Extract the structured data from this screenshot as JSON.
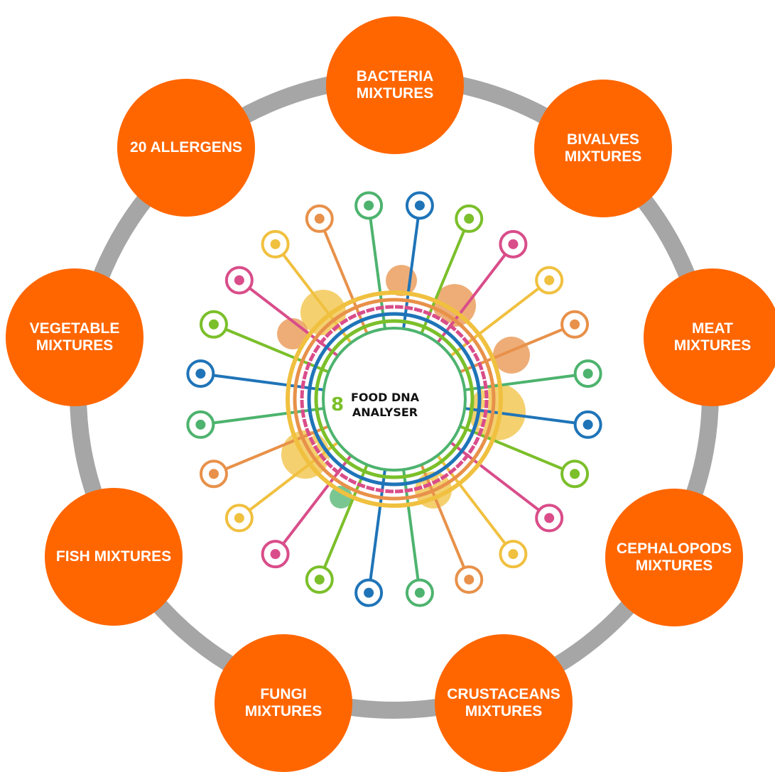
{
  "center": {
    "title": "FOOD DNA\nANALYSER",
    "icon": "dna-icon"
  },
  "colors": {
    "node": "#ff6600",
    "ring": "#a6a6a6",
    "node_text": "#ffffff",
    "palette": [
      "#1f74b8",
      "#7bbf2a",
      "#d94d8a",
      "#f0c03f",
      "#e8914a",
      "#4db36e"
    ]
  },
  "nodes": [
    {
      "id": "bacteria",
      "label": "BACTERIA\nMIXTURES"
    },
    {
      "id": "bivalves",
      "label": "BIVALVES\nMIXTURES"
    },
    {
      "id": "meat",
      "label": "MEAT\nMIXTURES"
    },
    {
      "id": "cephalopods",
      "label": "CEPHALOPODS\nMIXTURES"
    },
    {
      "id": "crustaceans",
      "label": "CRUSTACEANS\nMIXTURES"
    },
    {
      "id": "fungi",
      "label": "FUNGI\nMIXTURES"
    },
    {
      "id": "fish",
      "label": "FISH MIXTURES"
    },
    {
      "id": "vegetable",
      "label": "VEGETABLE\nMIXTURES"
    },
    {
      "id": "allergens",
      "label": "20 ALLERGENS"
    }
  ],
  "species_icons": [
    "wheat-icon",
    "flower-icon",
    "leaves-icon",
    "dinosaur-icon",
    "elephant-icon",
    "deer-icon",
    "kangaroo-icon",
    "pig-icon",
    "snake-icon",
    "worm-icon",
    "virus-icon",
    "mussel-icon",
    "bacterium-icon",
    "grapes-icon",
    "seaweed-icon",
    "shell-icon",
    "fish-icon",
    "crab-icon",
    "cheese-icon",
    "shrimp-icon",
    "octopus-icon",
    "spores-icon",
    "cherries-icon",
    "carrot-icon"
  ]
}
